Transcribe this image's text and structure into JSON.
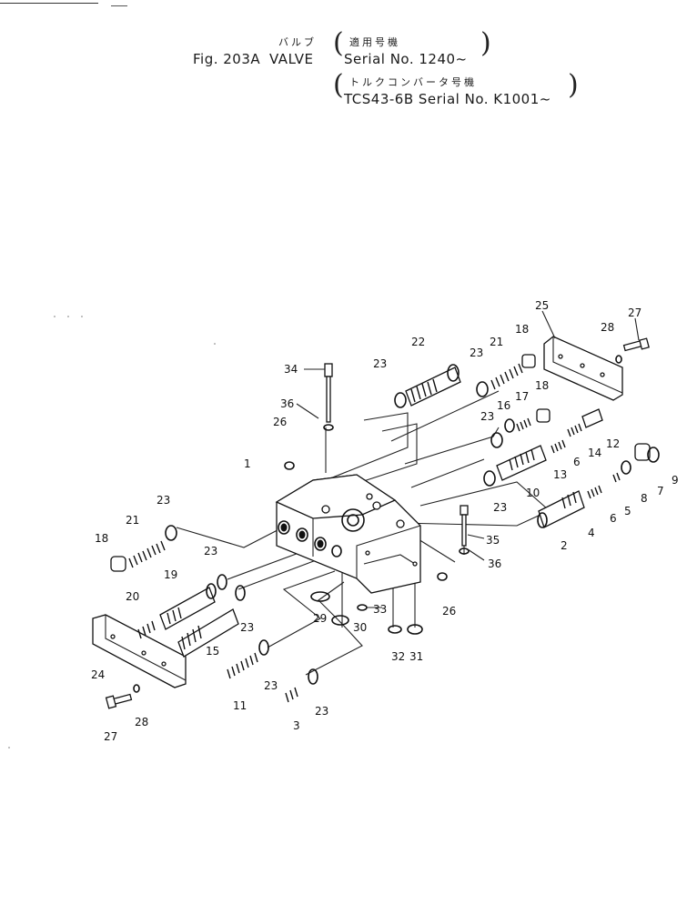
{
  "header": {
    "fig_label": "Fig. 203A",
    "name_kana": "バルブ",
    "name": "VALVE",
    "applicable_kana": "適用号機",
    "serial_line": "Serial No. 1240~",
    "converter_kana": "トルクコンバータ号機",
    "converter_line": "TCS43-6B Serial No. K1001~",
    "paren_open": "(",
    "paren_close": ")"
  },
  "part_numbers": [
    "1",
    "2",
    "3",
    "4",
    "5",
    "6",
    "7",
    "8",
    "9",
    "10",
    "11",
    "12",
    "13",
    "14",
    "15",
    "16",
    "17",
    "18",
    "19",
    "20",
    "21",
    "22",
    "23",
    "24",
    "25",
    "26",
    "27",
    "28",
    "29",
    "30",
    "31",
    "32",
    "33",
    "34",
    "35",
    "36"
  ],
  "callouts": [
    {
      "id": "p1",
      "text": "1"
    },
    {
      "id": "p2",
      "text": "2"
    },
    {
      "id": "p3",
      "text": "3"
    },
    {
      "id": "p4",
      "text": "4"
    },
    {
      "id": "p5",
      "text": "5"
    },
    {
      "id": "p6a",
      "text": "6"
    },
    {
      "id": "p6b",
      "text": "6"
    },
    {
      "id": "p7",
      "text": "7"
    },
    {
      "id": "p8",
      "text": "8"
    },
    {
      "id": "p9",
      "text": "9"
    },
    {
      "id": "p10",
      "text": "10"
    },
    {
      "id": "p11",
      "text": "11"
    },
    {
      "id": "p12",
      "text": "12"
    },
    {
      "id": "p13",
      "text": "13"
    },
    {
      "id": "p14",
      "text": "14"
    },
    {
      "id": "p15",
      "text": "15"
    },
    {
      "id": "p16",
      "text": "16"
    },
    {
      "id": "p17",
      "text": "17"
    },
    {
      "id": "p18a",
      "text": "18"
    },
    {
      "id": "p18b",
      "text": "18"
    },
    {
      "id": "p18c",
      "text": "18"
    },
    {
      "id": "p19",
      "text": "19"
    },
    {
      "id": "p20",
      "text": "20"
    },
    {
      "id": "p21a",
      "text": "21"
    },
    {
      "id": "p21b",
      "text": "21"
    },
    {
      "id": "p22",
      "text": "22"
    },
    {
      "id": "p23a",
      "text": "23"
    },
    {
      "id": "p23b",
      "text": "23"
    },
    {
      "id": "p23c",
      "text": "23"
    },
    {
      "id": "p23d",
      "text": "23"
    },
    {
      "id": "p23e",
      "text": "23"
    },
    {
      "id": "p23f",
      "text": "23"
    },
    {
      "id": "p23g",
      "text": "23"
    },
    {
      "id": "p23h",
      "text": "23"
    },
    {
      "id": "p23i",
      "text": "23"
    },
    {
      "id": "p24",
      "text": "24"
    },
    {
      "id": "p25",
      "text": "25"
    },
    {
      "id": "p26a",
      "text": "26"
    },
    {
      "id": "p26b",
      "text": "26"
    },
    {
      "id": "p27a",
      "text": "27"
    },
    {
      "id": "p27b",
      "text": "27"
    },
    {
      "id": "p28a",
      "text": "28"
    },
    {
      "id": "p28b",
      "text": "28"
    },
    {
      "id": "p29",
      "text": "29"
    },
    {
      "id": "p30",
      "text": "30"
    },
    {
      "id": "p31",
      "text": "31"
    },
    {
      "id": "p32",
      "text": "32"
    },
    {
      "id": "p33",
      "text": "33"
    },
    {
      "id": "p34",
      "text": "34"
    },
    {
      "id": "p35",
      "text": "35"
    },
    {
      "id": "p36a",
      "text": "36"
    },
    {
      "id": "p36b",
      "text": "36"
    }
  ]
}
